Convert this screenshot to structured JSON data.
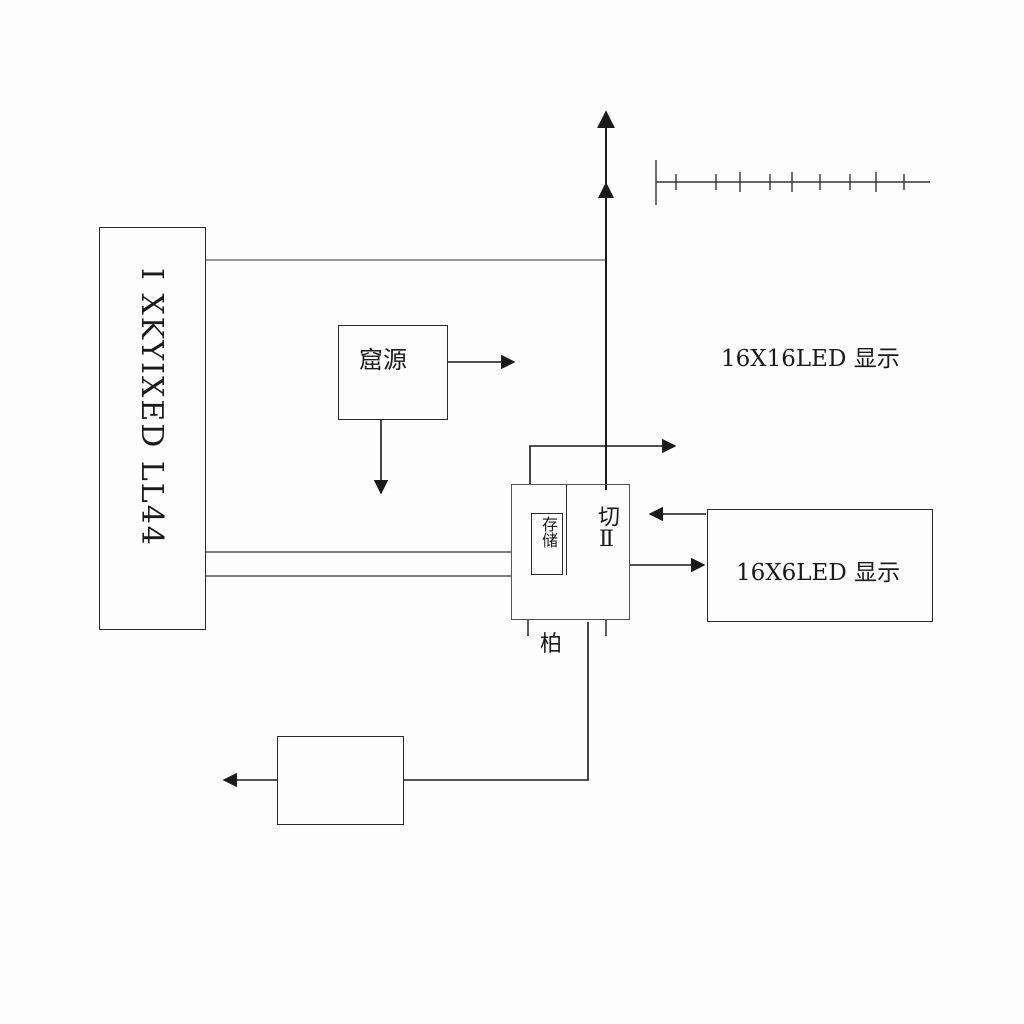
{
  "diagram": {
    "mcu_label": "I XKYIXED LL44",
    "power_label": "窟源",
    "led_16x16_label": "16X16LED 显示",
    "led_16x6_label": "16X6LED 显示",
    "center_inner_label": "存储",
    "center_right_label": "切Ⅱ",
    "center_bottom_label": "柏",
    "top_scale_label": "⊢╌+╌╌+╌┴╌|╌+╌┴╌+╌╌+╌╌+╌⇢",
    "bottom_box_label": ""
  },
  "colors": {
    "line": "#2a2a2a",
    "background": "#fdfdfd"
  }
}
